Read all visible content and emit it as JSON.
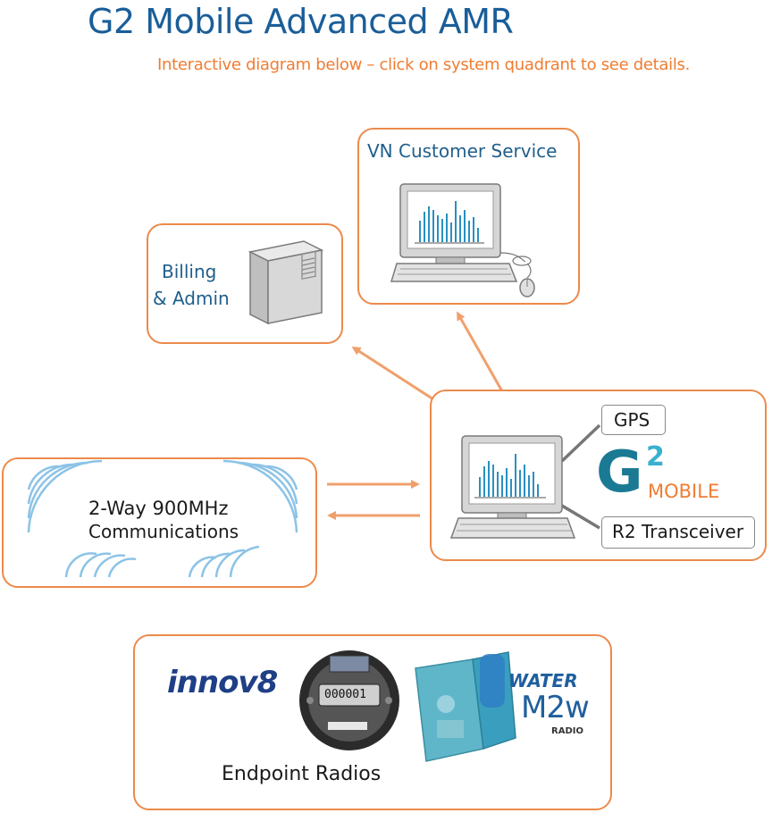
{
  "header": {
    "title": "G2 Mobile Advanced AMR",
    "subtitle": "Interactive diagram below – click on system quadrant to see details."
  },
  "quadrants": {
    "customer_service": {
      "label": "VN Customer Service"
    },
    "billing": {
      "label_line1": "Billing",
      "label_line2": "& Admin"
    },
    "communications": {
      "label_line1": "2-Way 900MHz",
      "label_line2": "Communications"
    },
    "mobile": {
      "gps_label": "GPS",
      "transceiver_label": "R2 Transceiver",
      "logo_main": "G",
      "logo_sup": "2",
      "logo_sub": "MOBILE"
    },
    "endpoints": {
      "label": "Endpoint Radios",
      "innov8_logo": "innov8",
      "meter_reading": "000001",
      "water_logo_top": "WATER",
      "water_logo_main": "M2w",
      "water_logo_sub": "RADIO"
    }
  },
  "colors": {
    "accent_orange": "#ec8a4c",
    "title_blue": "#1a5e99",
    "label_blue": "#1f5f8b",
    "wave_blue": "#8cc3e6",
    "chart_blue": "#2a8fc0",
    "logo_teal": "#1b7a93"
  }
}
